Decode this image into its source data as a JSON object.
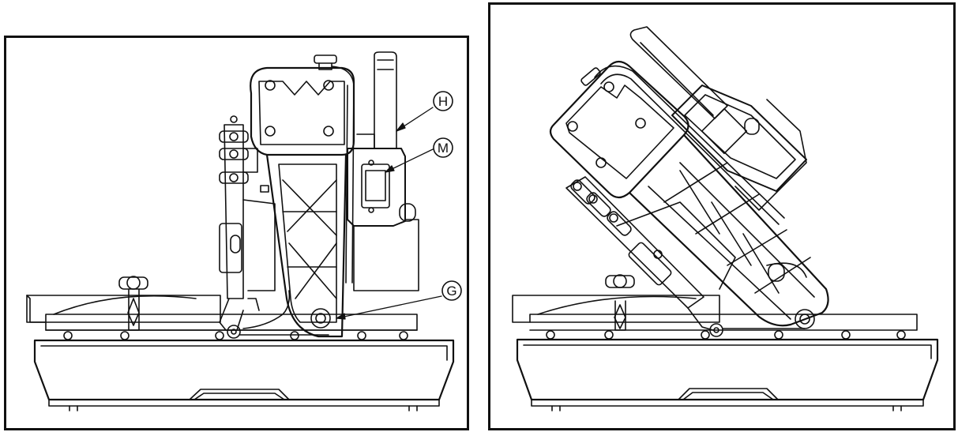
{
  "figure": {
    "left_panel": {
      "callouts": [
        {
          "id": "H",
          "label": "H"
        },
        {
          "id": "M",
          "label": "M"
        },
        {
          "id": "G",
          "label": "G"
        }
      ]
    },
    "right_panel": {
      "callouts": []
    }
  },
  "colors": {
    "line": "#111111",
    "background": "#ffffff"
  }
}
